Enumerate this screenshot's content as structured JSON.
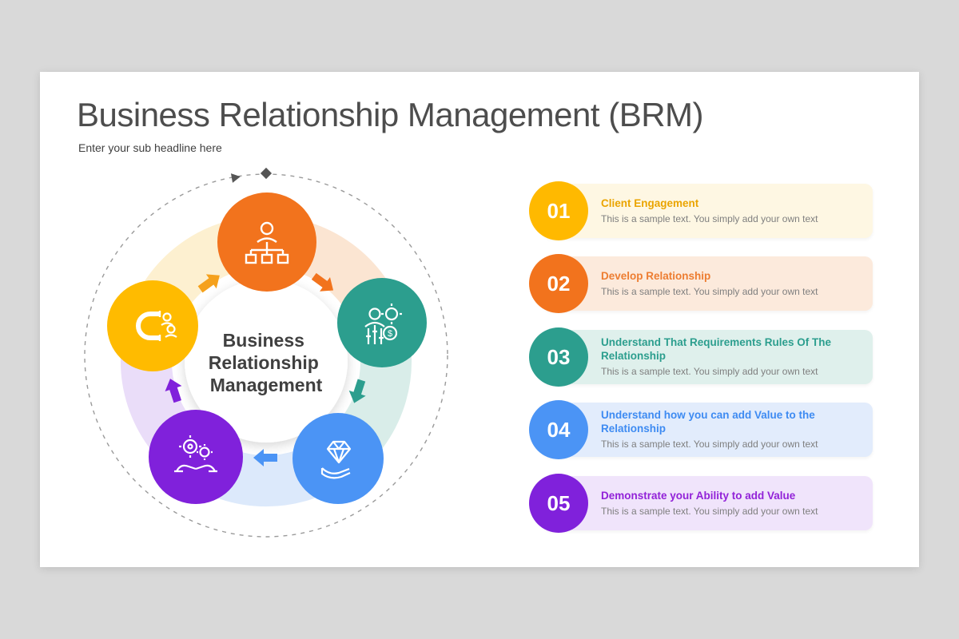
{
  "slide": {
    "title": "Business Relationship Management (BRM)",
    "subtitle": "Enter your sub headline here"
  },
  "diagram": {
    "center_label": {
      "line1": "Business",
      "line2": "Relationship",
      "line3": "Management"
    },
    "nodes": [
      {
        "id": "organization",
        "icon": "org-hierarchy-icon",
        "color": "#F2731D"
      },
      {
        "id": "client-management",
        "icon": "person-gear-dollar-icon",
        "color": "#2C9E8E"
      },
      {
        "id": "value-delivery",
        "icon": "hand-diamond-icon",
        "color": "#4B94F5"
      },
      {
        "id": "collaboration",
        "icon": "hands-gears-icon",
        "color": "#8021DB"
      },
      {
        "id": "attraction",
        "icon": "magnet-people-icon",
        "color": "#FFBB00"
      }
    ],
    "arrows": [
      {
        "id": "yellow-to-orange",
        "color": "#F5A11C"
      },
      {
        "id": "orange-to-teal",
        "color": "#F2731D"
      },
      {
        "id": "teal-to-blue",
        "color": "#2C9E8E"
      },
      {
        "id": "blue-to-purple",
        "color": "#4B94F5"
      },
      {
        "id": "purple-to-yellow",
        "color": "#8021DB"
      }
    ]
  },
  "items": [
    {
      "number": "01",
      "title": "Client Engagement",
      "description": "This is a sample text. You simply add your own text",
      "color": "#EAA400",
      "badge_color": "#FFB900",
      "panel_bg": "#FEF7E3"
    },
    {
      "number": "02",
      "title": "Develop Relationship",
      "description": "This is a sample text. You simply add your own text",
      "color": "#ED7D31",
      "badge_color": "#F2731D",
      "panel_bg": "#FCEADC"
    },
    {
      "number": "03",
      "title": "Understand That Requirements Rules Of The Relationship",
      "description": "This is a sample text. You simply add your own text",
      "color": "#2C9E8E",
      "badge_color": "#2C9E8E",
      "panel_bg": "#DFF0EC"
    },
    {
      "number": "04",
      "title": "Understand how you can add Value to the Relationship",
      "description": "This is a sample text. You simply add your own text",
      "color": "#3E8BF2",
      "badge_color": "#4B94F5",
      "panel_bg": "#E2ECFC"
    },
    {
      "number": "05",
      "title": "Demonstrate your Ability to add Value",
      "description": "This is a sample text. You simply add your own text",
      "color": "#9222D8",
      "badge_color": "#8021DB",
      "panel_bg": "#F0E4FB"
    }
  ]
}
